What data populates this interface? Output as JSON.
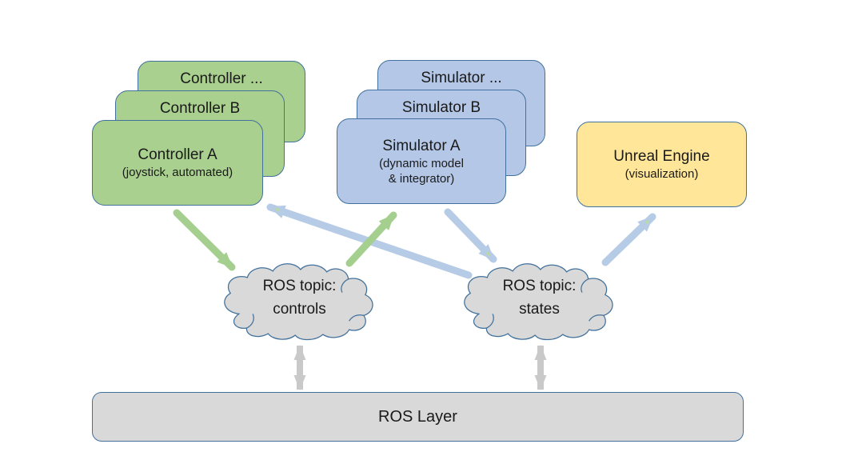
{
  "diagram": {
    "nodes": {
      "controller_stack": {
        "back_label": "Controller ...",
        "middle_label": "Controller B",
        "front_title": "Controller A",
        "front_subtitle": "(joystick, automated)"
      },
      "simulator_stack": {
        "back_label": "Simulator ...",
        "middle_label": "Simulator B",
        "front_title": "Simulator A",
        "front_subtitle_line1": "(dynamic model",
        "front_subtitle_line2": "& integrator)"
      },
      "unreal_engine": {
        "title": "Unreal Engine",
        "subtitle": "(visualization)"
      },
      "ros_topic_controls": {
        "line1": "ROS topic:",
        "line2": "controls"
      },
      "ros_topic_states": {
        "line1": "ROS topic:",
        "line2": "states"
      },
      "ros_layer": {
        "label": "ROS Layer"
      }
    },
    "connections": [
      {
        "from": "controller-a",
        "to": "ros-topic-controls",
        "color": "green",
        "bidirectional": false
      },
      {
        "from": "ros-topic-controls",
        "to": "simulator-a",
        "color": "green",
        "bidirectional": false
      },
      {
        "from": "simulator-a",
        "to": "ros-topic-states",
        "color": "blue",
        "bidirectional": false
      },
      {
        "from": "ros-topic-states",
        "to": "controller-a",
        "color": "blue",
        "bidirectional": false
      },
      {
        "from": "ros-topic-states",
        "to": "unreal-engine",
        "color": "blue",
        "bidirectional": false
      },
      {
        "from": "ros-topic-controls",
        "to": "ros-layer",
        "color": "gray",
        "bidirectional": true
      },
      {
        "from": "ros-topic-states",
        "to": "ros-layer",
        "color": "gray",
        "bidirectional": true
      }
    ],
    "colors": {
      "controller_fill": "#a9d08e",
      "simulator_fill": "#b4c7e7",
      "unreal_fill": "#ffe699",
      "cloud_fill": "#d9d9d9",
      "ros_layer_fill": "#d9d9d9",
      "border_blue": "#41719c",
      "arrow_green": "#a5cf8f",
      "arrow_blue": "#b6cbe5",
      "arrow_gray": "#c9c9c9",
      "text_color": "#1a1a1a"
    }
  }
}
